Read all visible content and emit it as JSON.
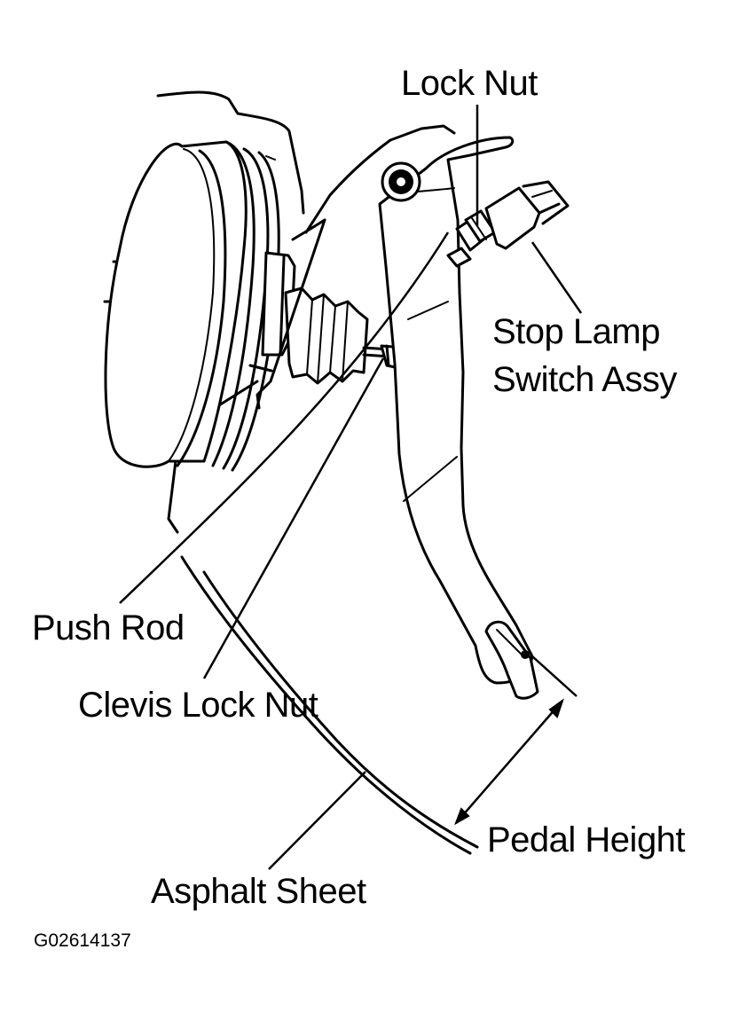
{
  "labels": {
    "lock_nut": "Lock Nut",
    "stop_lamp_line1": "Stop Lamp",
    "stop_lamp_line2": "Switch Assy",
    "push_rod": "Push Rod",
    "clevis_lock_nut": "Clevis Lock Nut",
    "pedal_height": "Pedal Height",
    "asphalt_sheet": "Asphalt Sheet"
  },
  "figure_code": "G02614137"
}
